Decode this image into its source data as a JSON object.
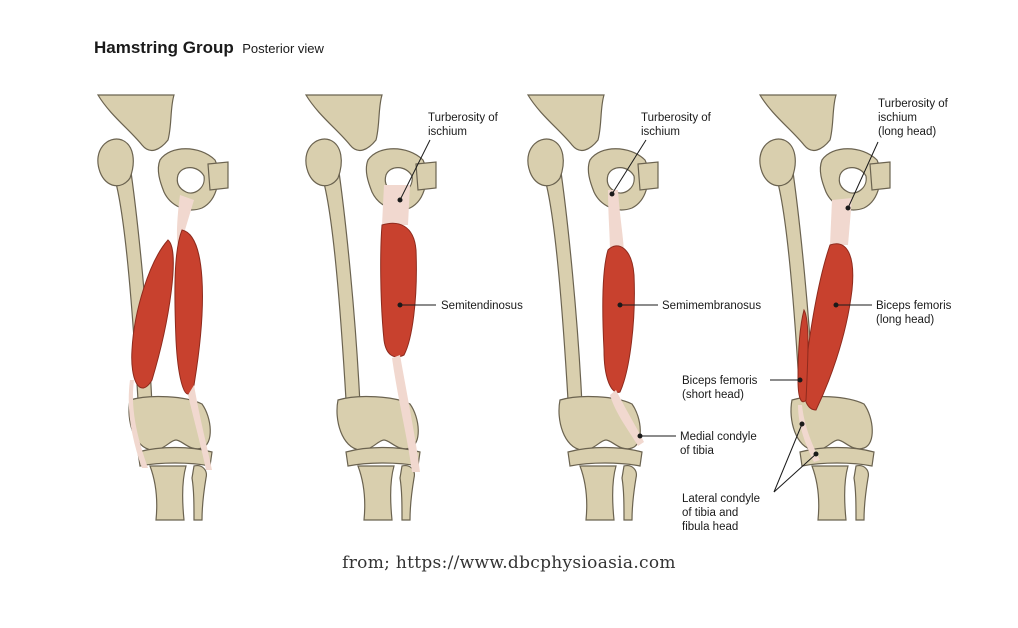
{
  "title": {
    "main": "Hamstring Group",
    "sub": "Posterior view"
  },
  "panels": [
    {
      "labels": []
    },
    {
      "labels": [
        {
          "lines": [
            "Turberosity of",
            "ischium"
          ]
        },
        {
          "lines": [
            "Semitendinosus"
          ]
        }
      ]
    },
    {
      "labels": [
        {
          "lines": [
            "Turberosity of",
            "ischium"
          ]
        },
        {
          "lines": [
            "Semimembranosus"
          ]
        },
        {
          "lines": [
            "Medial condyle",
            "of tibia"
          ]
        }
      ]
    },
    {
      "labels": [
        {
          "lines": [
            "Turberosity of",
            "ischium",
            "(long head)"
          ]
        },
        {
          "lines": [
            "Biceps femoris",
            "(long head)"
          ]
        },
        {
          "lines": [
            "Biceps femoris",
            "(short head)"
          ]
        },
        {
          "lines": [
            "Lateral condyle",
            "of tibia and",
            "fibula head"
          ]
        }
      ]
    }
  ],
  "source": "from; https://www.dbcphysioasia.com",
  "colors": {
    "bone": "#d9cfae",
    "bone_edge": "#6b6350",
    "muscle": "#c8412e",
    "muscle_edge": "#8e2a1d",
    "tendon": "#f1d8cf"
  }
}
